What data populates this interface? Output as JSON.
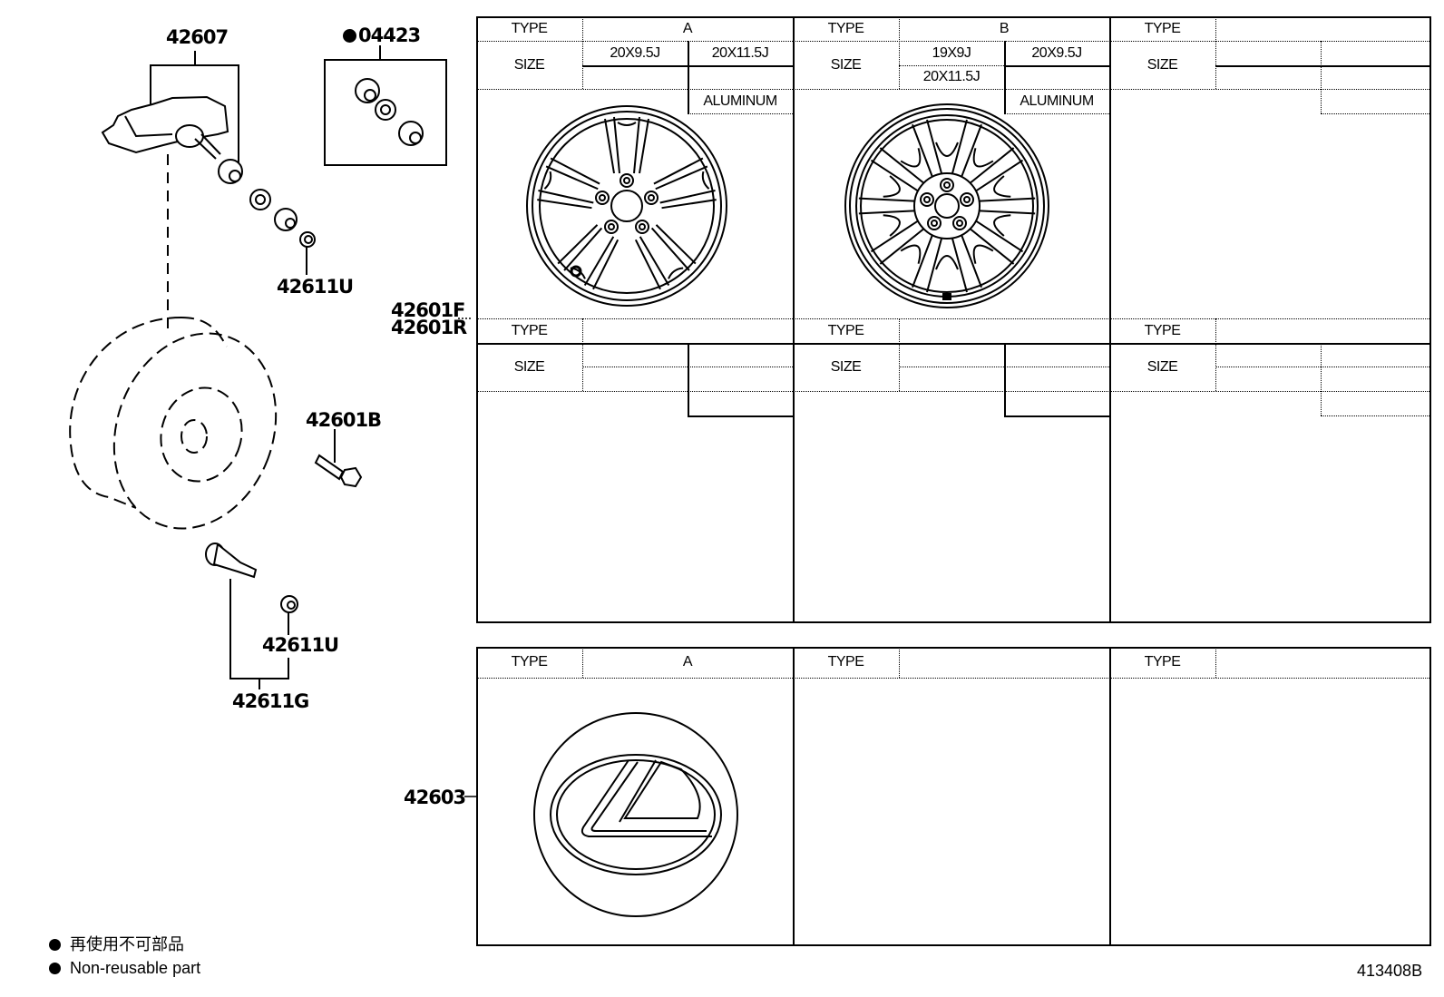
{
  "diagram": {
    "drawing_number": "413408B",
    "callouts": {
      "tpms_sensor": "42607",
      "seal_kit": "04423",
      "valve_cap_upper": "42611U",
      "wheel_front_rear": [
        "42601F",
        "42601R"
      ],
      "balance_weight": "42601B",
      "valve_cap_lower": "42611U",
      "valve_assembly": "42611G",
      "center_cap": "42603"
    },
    "legend": {
      "marker_icon": "filled-circle",
      "line_ja": "再使用不可部品",
      "line_en": "Non-reusable part"
    }
  },
  "wheel_table_top": {
    "columns": [
      {
        "type_label": "TYPE",
        "type_value": "A",
        "size_label": "SIZE",
        "sizes": [
          "20X9.5J",
          "20X11.5J",
          "",
          ""
        ],
        "material": "ALUMINUM",
        "illustration": "5-double-spoke-wheel"
      },
      {
        "type_label": "TYPE",
        "type_value": "B",
        "size_label": "SIZE",
        "sizes": [
          "19X9J",
          "20X9.5J",
          "20X11.5J",
          ""
        ],
        "material": "ALUMINUM",
        "illustration": "mesh-spoke-wheel"
      },
      {
        "type_label": "TYPE",
        "type_value": "",
        "size_label": "SIZE",
        "sizes": [
          "",
          "",
          "",
          ""
        ],
        "material": "",
        "illustration": ""
      }
    ]
  },
  "wheel_table_mid": {
    "columns": [
      {
        "type_label": "TYPE",
        "type_value": "",
        "size_label": "SIZE"
      },
      {
        "type_label": "TYPE",
        "type_value": "",
        "size_label": "SIZE"
      },
      {
        "type_label": "TYPE",
        "type_value": "",
        "size_label": "SIZE"
      }
    ]
  },
  "cap_table": {
    "columns": [
      {
        "type_label": "TYPE",
        "type_value": "A",
        "illustration": "lexus-emblem-center-cap"
      },
      {
        "type_label": "TYPE",
        "type_value": ""
      },
      {
        "type_label": "TYPE",
        "type_value": ""
      }
    ]
  }
}
